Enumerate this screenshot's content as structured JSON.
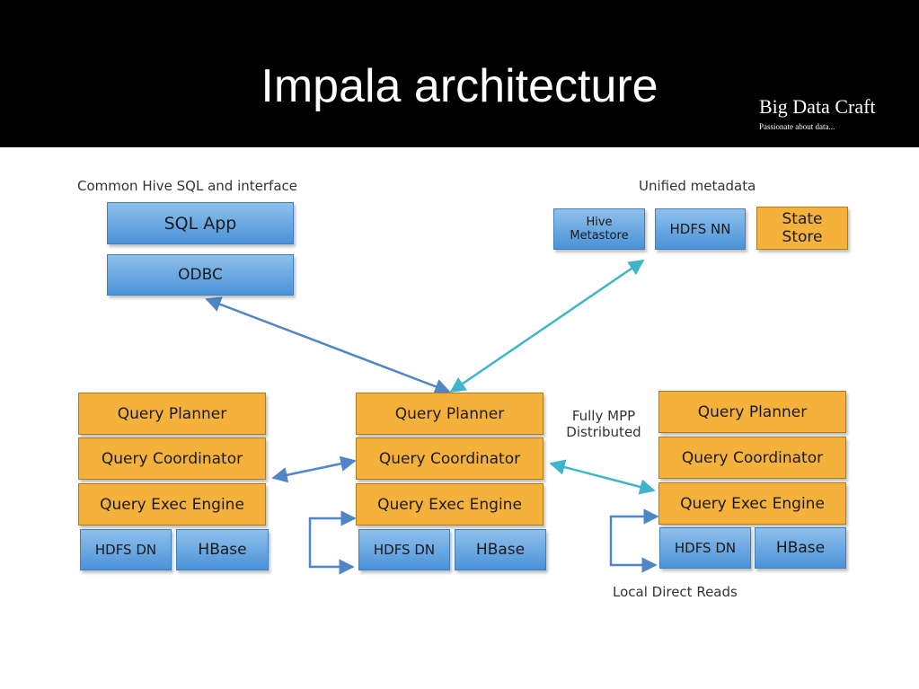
{
  "slide": {
    "title": "Impala architecture",
    "brand": "Big Data Craft",
    "tagline": "Passionate about data..."
  },
  "diagram": {
    "labels": {
      "common_hive": "Common Hive SQL and interface",
      "unified_metadata": "Unified metadata",
      "fully_mpp_line1": "Fully MPP",
      "fully_mpp_line2": "Distributed",
      "local_direct_reads": "Local Direct Reads"
    },
    "client": {
      "sql_app": "SQL App",
      "odbc": "ODBC"
    },
    "metadata": {
      "hive_metastore_line1": "Hive",
      "hive_metastore_line2": "Metastore",
      "hdfs_nn": "HDFS NN",
      "state_store_line1": "State",
      "state_store_line2": "Store"
    },
    "nodes": [
      {
        "query_planner": "Query Planner",
        "query_coordinator": "Query Coordinator",
        "query_exec_engine": "Query Exec Engine",
        "hdfs_dn": "HDFS DN",
        "hbase": "HBase"
      },
      {
        "query_planner": "Query Planner",
        "query_coordinator": "Query Coordinator",
        "query_exec_engine": "Query Exec Engine",
        "hdfs_dn": "HDFS DN",
        "hbase": "HBase"
      },
      {
        "query_planner": "Query Planner",
        "query_coordinator": "Query Coordinator",
        "query_exec_engine": "Query Exec Engine",
        "hdfs_dn": "HDFS DN",
        "hbase": "HBase"
      }
    ],
    "colors": {
      "storage_blue": "#4a92d8",
      "query_orange": "#f4b23c",
      "arrow_blue": "#4f86c6",
      "arrow_teal": "#3fb5c9"
    }
  }
}
